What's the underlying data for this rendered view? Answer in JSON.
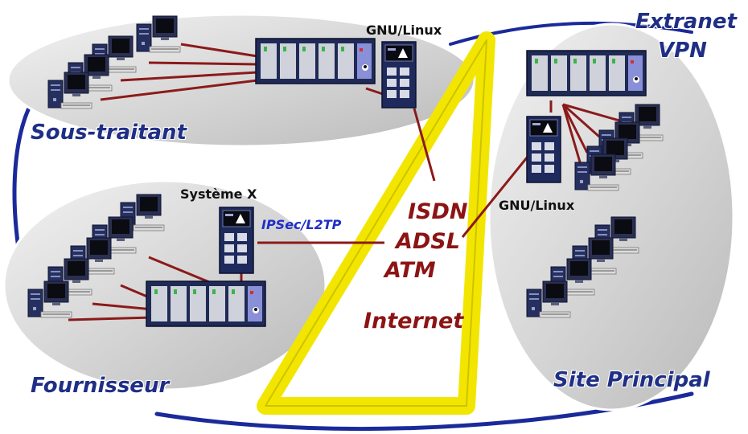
{
  "labels": {
    "extranet": "Extranet",
    "vpn": "VPN",
    "gnu_linux_top": "GNU/Linux",
    "gnu_linux_right": "GNU/Linux",
    "sous_traitant": "Sous-traitant",
    "systeme_x": "Système X",
    "ipsec": "IPSec/L2TP",
    "isdn": "ISDN",
    "adsl": "ADSL",
    "atm": "ATM",
    "internet": "Internet",
    "fournisseur": "Fournisseur",
    "site_principal": "Site Principal"
  },
  "colors": {
    "ellipse_fill": "#d6d6d6",
    "triangle": "#f2e600",
    "link_line": "#8b1a1a",
    "vpn_arc": "#1b2a9a",
    "device": "#1c2a5a"
  },
  "icons": {
    "workstation": "workstation-icon",
    "hub": "hub-icon",
    "router": "router-icon"
  }
}
